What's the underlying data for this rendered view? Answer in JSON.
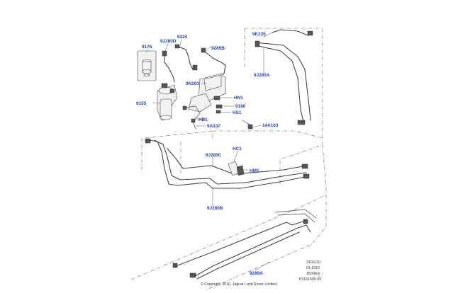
{
  "labels": {
    "p9176": "9176",
    "p9j280d": "9J280D",
    "p9324": "9324",
    "p9289b": "9289B",
    "p9k335": "9K335",
    "p9j280a": "9J280A",
    "p9n103": "9N103",
    "phn1": "HN1",
    "p9155": "9155",
    "p9180": "9180",
    "phs1": "HS1",
    "phb1": "HB1",
    "p14a163": "14A163",
    "p9a337": "9A337",
    "phc1": "HC1",
    "p9j280c": "9J280C",
    "phm1": "HM1",
    "p9j280b": "9J280B",
    "p9289a": "9289A"
  },
  "meta": {
    "line1": "3100110",
    "line2": "01-2012",
    "line3": "360DEX",
    "line4": "P0161505-05"
  },
  "footer": {
    "copyright": "© Copyright, 2016, Jaguar Land Rover Limited."
  }
}
